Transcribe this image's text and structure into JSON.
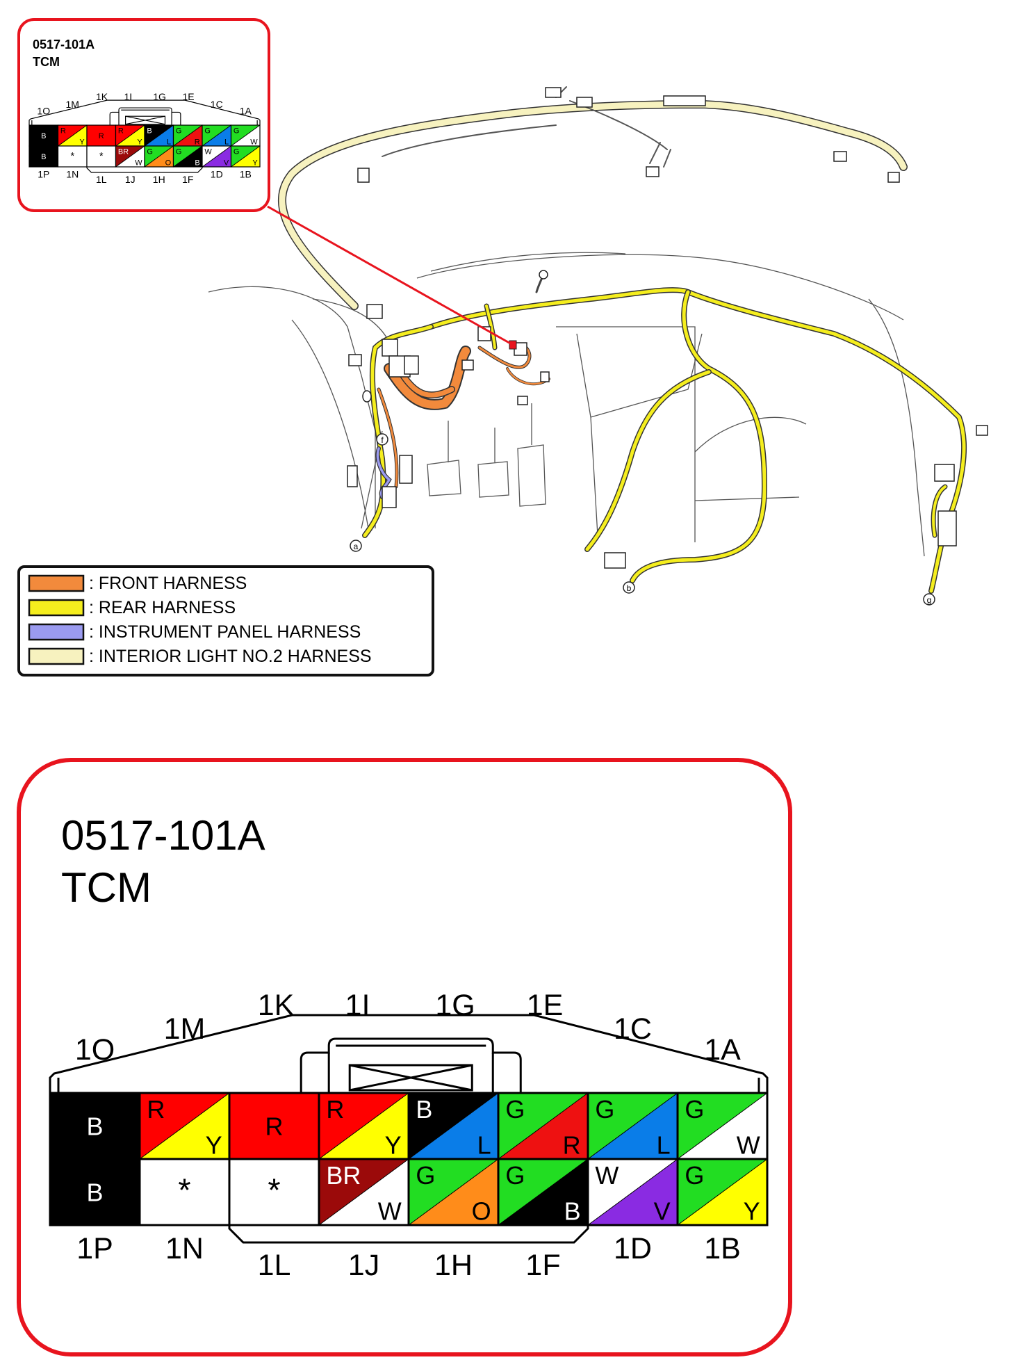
{
  "connector": {
    "code": "0517-101A",
    "name": "TCM"
  },
  "callouts": [
    "a",
    "b",
    "f",
    "g"
  ],
  "legend": [
    {
      "label": ": FRONT HARNESS",
      "color": "#f28a3c"
    },
    {
      "label": ": REAR HARNESS",
      "color": "#f5ee1e"
    },
    {
      "label": ": INSTRUMENT PANEL HARNESS",
      "color": "#9b9bf0"
    },
    {
      "label": ": INTERIOR LIGHT NO.2 HARNESS",
      "color": "#f7f2bf"
    }
  ],
  "pin_labels": {
    "top_outer": [
      "1O",
      "1A"
    ],
    "top_mid": [
      "1M",
      "1C"
    ],
    "top_inner": [
      "1K",
      "1I",
      "1G",
      "1E"
    ],
    "bottom_outer": [
      "1P",
      "1N",
      "1D",
      "1B"
    ],
    "bottom_inner": [
      "1L",
      "1J",
      "1H",
      "1F"
    ]
  },
  "pins_top": [
    {
      "pin": "1O",
      "type": "solid",
      "c1": "#000000",
      "t1": "B",
      "tc1": "#ffffff"
    },
    {
      "pin": "1M",
      "type": "split",
      "c1": "#ff0000",
      "c2": "#ffff00",
      "t1": "R",
      "t2": "Y",
      "tc1": "#000000",
      "tc2": "#000000"
    },
    {
      "pin": "1K",
      "type": "solid",
      "c1": "#ff0000",
      "t1": "R",
      "tc1": "#000000"
    },
    {
      "pin": "1I",
      "type": "split",
      "c1": "#ff0000",
      "c2": "#ffff00",
      "t1": "R",
      "t2": "Y",
      "tc1": "#000000",
      "tc2": "#000000"
    },
    {
      "pin": "1G",
      "type": "split",
      "c1": "#000000",
      "c2": "#0a7de8",
      "t1": "B",
      "t2": "L",
      "tc1": "#ffffff",
      "tc2": "#000000"
    },
    {
      "pin": "1E",
      "type": "split",
      "c1": "#22dd22",
      "c2": "#ee1111",
      "t1": "G",
      "t2": "R",
      "tc1": "#000000",
      "tc2": "#000000"
    },
    {
      "pin": "1C",
      "type": "split",
      "c1": "#22dd22",
      "c2": "#0a7de8",
      "t1": "G",
      "t2": "L",
      "tc1": "#000000",
      "tc2": "#000000"
    },
    {
      "pin": "1A",
      "type": "split",
      "c1": "#22dd22",
      "c2": "#ffffff",
      "t1": "G",
      "t2": "W",
      "tc1": "#000000",
      "tc2": "#000000"
    }
  ],
  "pins_bottom": [
    {
      "pin": "1P",
      "type": "solid",
      "c1": "#000000",
      "t1": "B",
      "tc1": "#ffffff"
    },
    {
      "pin": "1N",
      "type": "empty",
      "c1": "#ffffff",
      "t1": "*",
      "tc1": "#000000"
    },
    {
      "pin": "1L",
      "type": "empty",
      "c1": "#ffffff",
      "t1": "*",
      "tc1": "#000000"
    },
    {
      "pin": "1J",
      "type": "split",
      "c1": "#9b0a0a",
      "c2": "#ffffff",
      "t1": "BR",
      "t2": "W",
      "tc1": "#ffffff",
      "tc2": "#000000"
    },
    {
      "pin": "1H",
      "type": "split",
      "c1": "#22dd22",
      "c2": "#ff8c1a",
      "t1": "G",
      "t2": "O",
      "tc1": "#000000",
      "tc2": "#000000"
    },
    {
      "pin": "1F",
      "type": "split",
      "c1": "#22dd22",
      "c2": "#000000",
      "t1": "G",
      "t2": "B",
      "tc1": "#000000",
      "tc2": "#ffffff"
    },
    {
      "pin": "1D",
      "type": "split",
      "c1": "#ffffff",
      "c2": "#8a2be2",
      "t1": "W",
      "t2": "V",
      "tc1": "#000000",
      "tc2": "#000000"
    },
    {
      "pin": "1B",
      "type": "split",
      "c1": "#22dd22",
      "c2": "#ffff00",
      "t1": "G",
      "t2": "Y",
      "tc1": "#000000",
      "tc2": "#000000"
    }
  ],
  "colors": {
    "frame_red": "#e8141e",
    "front_harness": "#f28a3c",
    "rear_harness": "#f5ee1e",
    "instrument_panel_harness": "#9b9bf0",
    "interior_light_harness": "#f7f2bf"
  }
}
